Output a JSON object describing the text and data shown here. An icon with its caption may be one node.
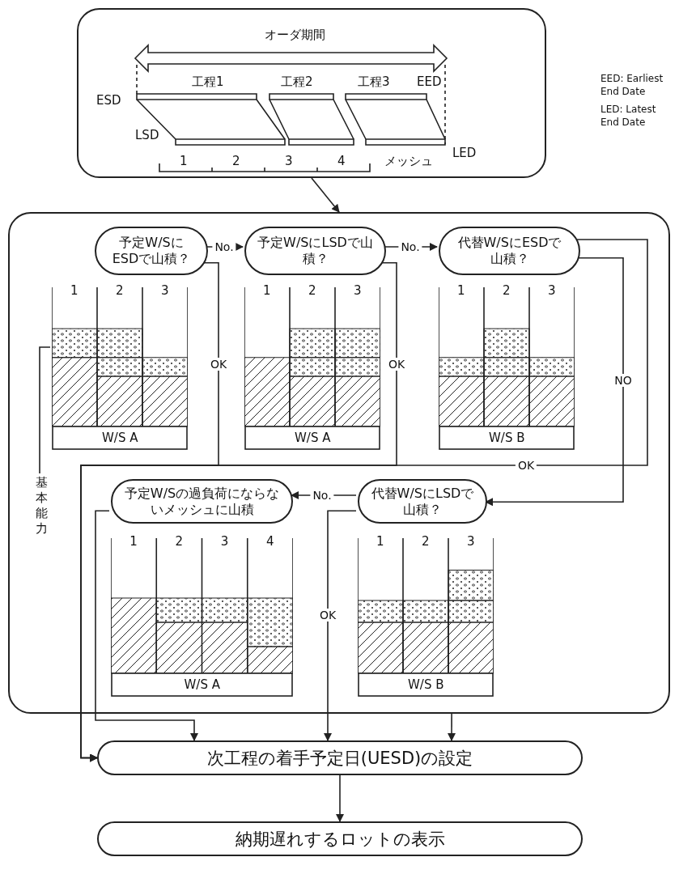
{
  "diagram": {
    "nodes": [
      {
        "text": [
          "オーダ期間",
          "工程1",
          "工程2",
          "工程3",
          "EED",
          "ESD",
          "LSD",
          "LED",
          "1",
          "2",
          "3",
          "4",
          "メッシュ"
        ]
      },
      {
        "text": [],
        "shape": "box"
      },
      {
        "text": [
          "予定W/SにESDで山積？"
        ],
        "in": 1
      },
      {
        "text": [
          "1",
          "2",
          "3",
          "W/S A"
        ],
        "in": 1
      },
      {
        "text": [
          "基本能力"
        ],
        "in": 1
      },
      {
        "text": [
          "予定W/SにLSDで山積？"
        ],
        "in": 1
      },
      {
        "text": [
          "1",
          "2",
          "3",
          "W/S A"
        ],
        "in": 1
      },
      {
        "text": [
          "代替W/SにESDで山積？"
        ],
        "in": 1
      },
      {
        "text": [
          "1",
          "2",
          "3",
          "W/S B"
        ],
        "in": 1
      },
      {
        "text": [
          "予定W/Sの過負荷にならないメッシュに山積"
        ],
        "in": 1
      },
      {
        "text": [
          "1",
          "2",
          "3",
          "4",
          "W/S A"
        ],
        "in": 1
      },
      {
        "text": [
          "代替W/SにLSDで山積？"
        ],
        "in": 1
      },
      {
        "text": [
          "1",
          "2",
          "3",
          "W/S B"
        ],
        "in": 1
      },
      {
        "text": [
          "次工程の着手予定日(UESD)の設定"
        ]
      },
      {
        "text": [
          "納期遅れするロットの表示"
        ]
      }
    ],
    "edges": [
      {
        "from": 0,
        "to": 1,
        "arrow": "to"
      },
      {
        "from": 2,
        "to": 5,
        "arrow": "to",
        "label": "No."
      },
      {
        "from": 5,
        "to": 7,
        "arrow": "to",
        "label": "No."
      },
      {
        "from": 7,
        "to": 11,
        "arrow": "to",
        "label": "NO"
      },
      {
        "from": 11,
        "to": 9,
        "arrow": "to",
        "label": "No."
      },
      {
        "from": 2,
        "to": 13,
        "arrow": "to",
        "label": "OK"
      },
      {
        "from": 5,
        "to": 13,
        "arrow": "to",
        "label": "OK"
      },
      {
        "from": 7,
        "to": 13,
        "arrow": "to",
        "label": "OK"
      },
      {
        "from": 11,
        "to": 13,
        "arrow": "to",
        "label": "OK"
      },
      {
        "from": 9,
        "to": 13,
        "arrow": "to"
      },
      {
        "from": 1,
        "to": 13,
        "arrow": "to"
      },
      {
        "from": 13,
        "to": 14,
        "arrow": "to"
      },
      {
        "from": 4,
        "to": 3,
        "arrow": "none"
      }
    ],
    "labels": [
      "EED: Earliest End Date",
      "LED: Latest End Date"
    ]
  }
}
